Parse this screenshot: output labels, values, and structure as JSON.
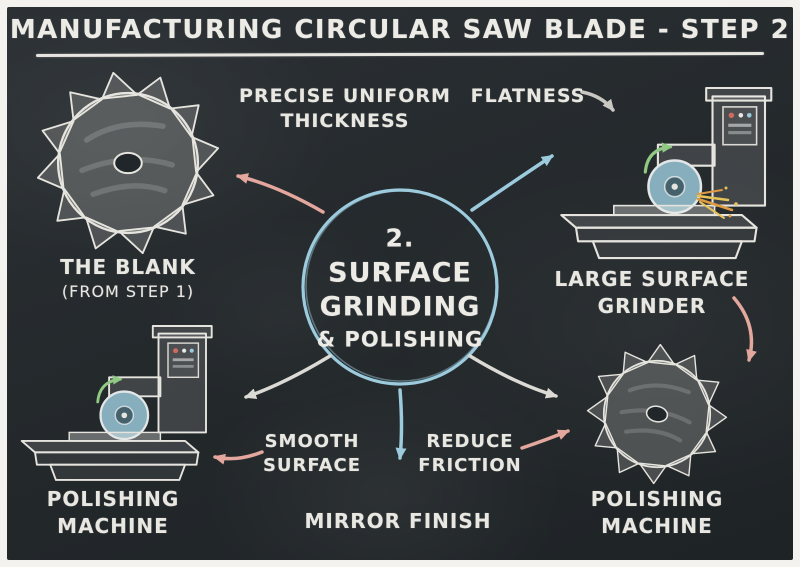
{
  "title": "MANUFACTURING CIRCULAR SAW BLADE - STEP 2",
  "center_node": {
    "number": "2.",
    "title_line1": "SURFACE",
    "title_line2": "GRINDING",
    "title_line3": "& POLISHING"
  },
  "annotations": {
    "precise_thickness": {
      "line1": "PRECISE UNIFORM",
      "line2": "THICKNESS"
    },
    "flatness": {
      "line1": "FLATNESS"
    },
    "smooth_surface": {
      "line1": "SMOOTH",
      "line2": "SURFACE"
    },
    "reduce_friction": {
      "line1": "REDUCE",
      "line2": "FRICTION"
    },
    "mirror_finish": {
      "line1": "MIRROR FINISH"
    }
  },
  "items": {
    "blank": {
      "line1": "THE BLANK",
      "line2": "(FROM STEP 1)"
    },
    "grinder": {
      "line1": "LARGE SURFACE",
      "line2": "GRINDER"
    },
    "polisher_left": {
      "line1": "POLISHING",
      "line2": "MACHINE"
    },
    "polisher_right": {
      "line1": "POLISHING",
      "line2": "MACHINE"
    }
  },
  "illustrations": {
    "top_left": "saw-blade-blank-illustration",
    "top_right": "surface-grinder-illustration",
    "bottom_left": "polishing-machine-illustration",
    "bottom_right": "polished-saw-blade-illustration"
  },
  "colors": {
    "board": "#23282b",
    "chalk": "#e9e7e1",
    "accent_blue": "#9ccbdd",
    "accent_pink": "#e4a79e",
    "accent_green": "#8fc983",
    "spark_yellow": "#e8c35a",
    "spark_orange": "#dd9a41"
  }
}
